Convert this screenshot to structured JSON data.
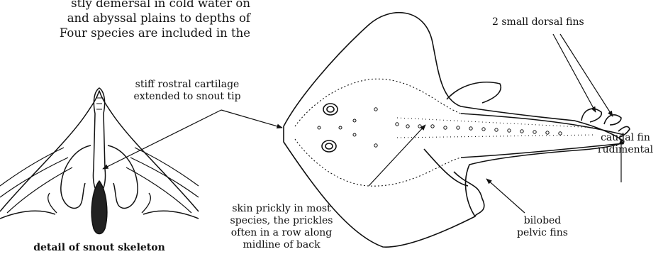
{
  "intro_text": {
    "line1": "stly demersal in cold water on",
    "line2": "and abyssal plains to depths of",
    "line3": "Four species are included in the"
  },
  "labels": {
    "dorsal_fins": "2 small dorsal fins",
    "rostral_line1": "stiff rostral cartilage",
    "rostral_line2": "extended to snout tip",
    "caudal_line1": "caudal fin",
    "caudal_line2": "rudimental",
    "skin_line1": "skin prickly in most",
    "skin_line2": "species, the prickles",
    "skin_line3": "often in a row along",
    "skin_line4": "midline of back",
    "pelvic_line1": "bilobed",
    "pelvic_line2": "pelvic fins",
    "caption": "detail of snout skeleton"
  },
  "colors": {
    "ink": "#111111",
    "fill_dark": "#222222",
    "background": "#ffffff"
  }
}
